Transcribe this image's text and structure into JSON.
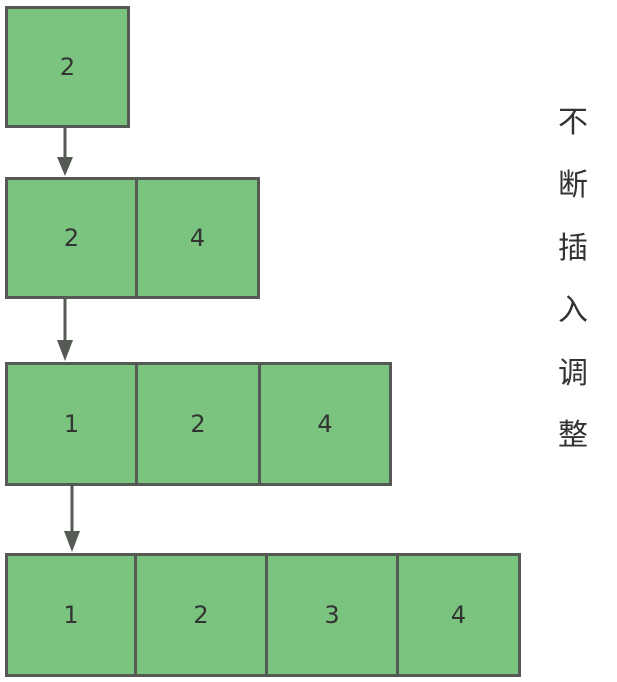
{
  "rows": [
    {
      "cells": [
        "2"
      ]
    },
    {
      "cells": [
        "2",
        "4"
      ]
    },
    {
      "cells": [
        "1",
        "2",
        "4"
      ]
    },
    {
      "cells": [
        "1",
        "2",
        "3",
        "4"
      ]
    }
  ],
  "caption": [
    "不",
    "断",
    "插",
    "入",
    "调",
    "整"
  ],
  "colors": {
    "cell_fill": "#7bc47f",
    "cell_border": "#555a55",
    "arrow": "#555a55"
  }
}
